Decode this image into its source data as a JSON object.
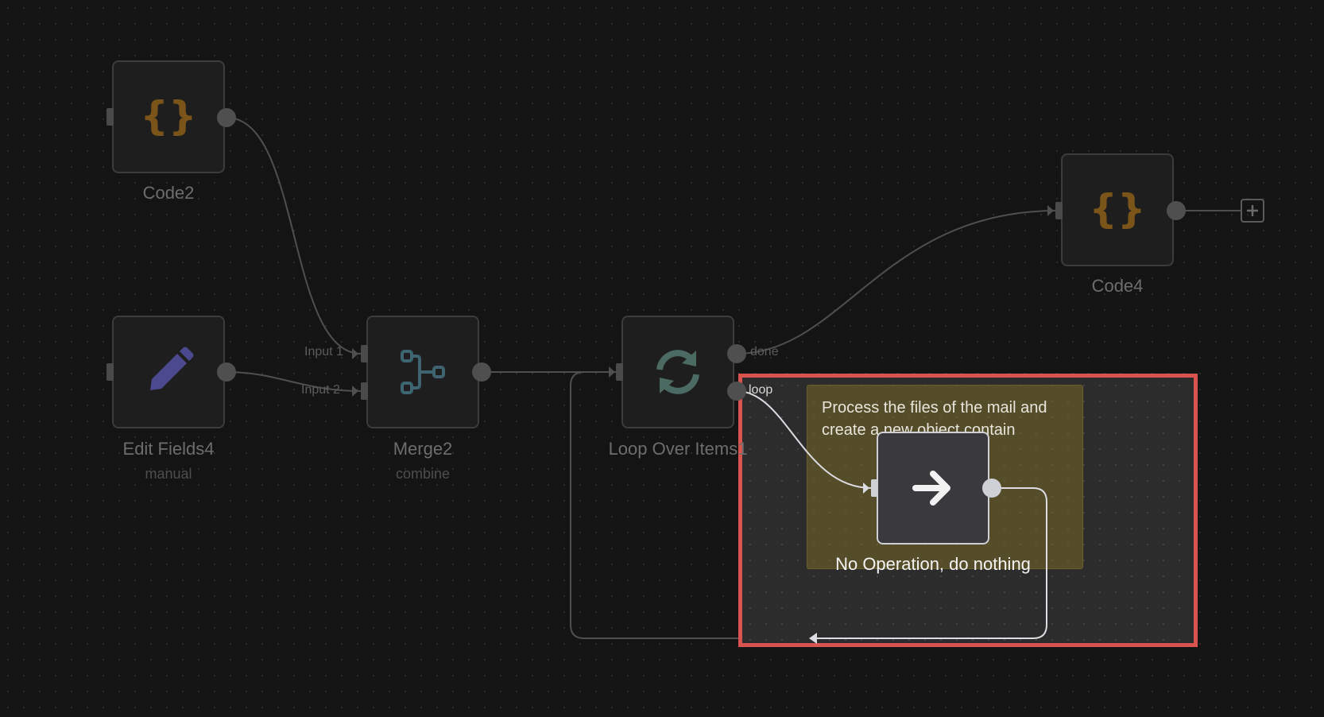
{
  "canvas": {
    "nodes": {
      "code2": {
        "title": "Code2",
        "icon": "curly-braces-icon"
      },
      "edit_fields4": {
        "title": "Edit Fields4",
        "subtitle": "manual",
        "icon": "pencil-icon"
      },
      "merge2": {
        "title": "Merge2",
        "subtitle": "combine",
        "icon": "merge-icon"
      },
      "loop_over_items1": {
        "title": "Loop Over Items1",
        "icon": "refresh-icon"
      },
      "code4": {
        "title": "Code4",
        "icon": "curly-braces-icon"
      },
      "no_op": {
        "title": "No Operation, do nothing",
        "icon": "arrow-right-icon"
      }
    },
    "port_labels": {
      "input1": "Input 1",
      "input2": "Input 2",
      "done": "done",
      "loop": "loop"
    },
    "sticky_note": {
      "text": "Process the files of the mail and create a new object contain"
    }
  },
  "colors": {
    "code_icon": "#7a5418",
    "pencil_icon": "#4b4a8f",
    "merge_icon": "#3d6470",
    "loop_icon": "#4a6a62",
    "selection_border": "#d9534f"
  }
}
